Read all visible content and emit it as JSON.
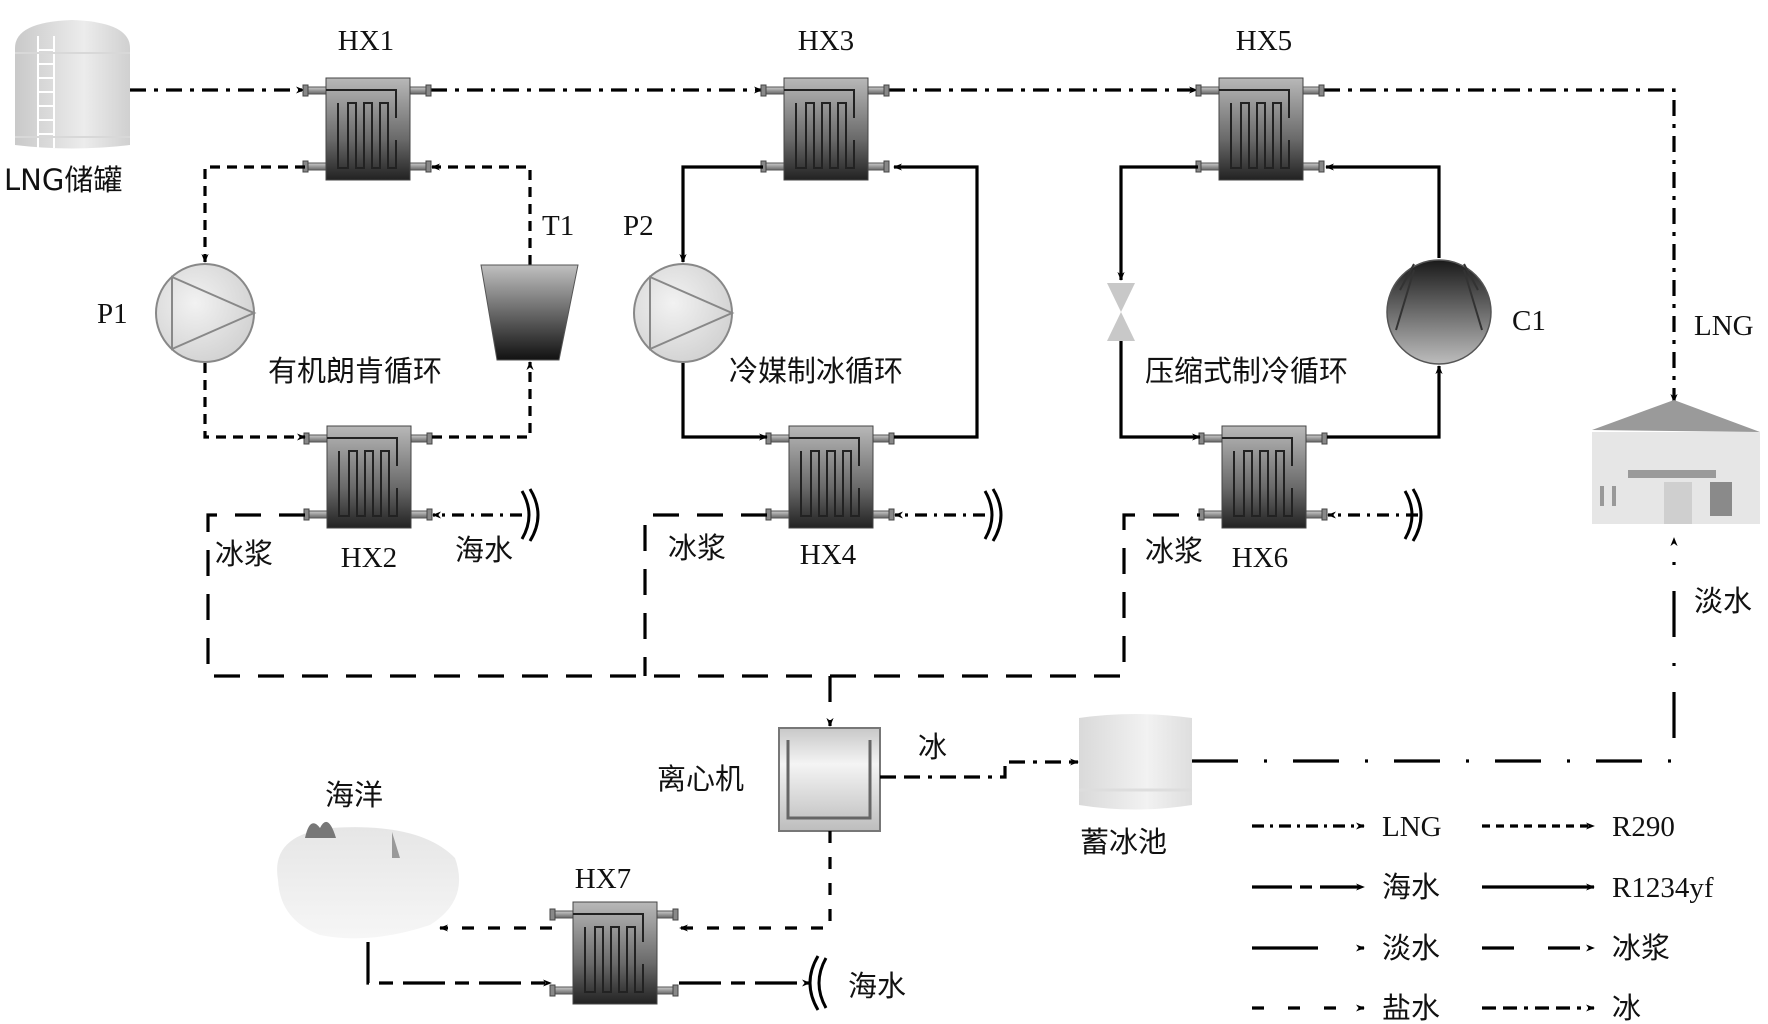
{
  "figure": {
    "title": "LNG冷能利用海水淡化系统流程图",
    "components": {
      "lng_tank": "LNG储罐",
      "hx1": "HX1",
      "hx2": "HX2",
      "hx3": "HX3",
      "hx4": "HX4",
      "hx5": "HX5",
      "hx6": "HX6",
      "hx7": "HX7",
      "p1": "P1",
      "p2": "P2",
      "t1": "T1",
      "c1": "C1",
      "centrifuge": "离心机",
      "ice_storage": "蓄冰池",
      "ocean": "海洋",
      "user_building_label": "LNG"
    },
    "cycles": {
      "orc": "有机朗肯循环",
      "refrigerant_ice": "冷媒制冰循环",
      "compression_refrig": "压缩式制冷循环"
    },
    "stream_labels": {
      "slurry_hx2": "冰浆",
      "slurry_hx4": "冰浆",
      "slurry_hx6": "冰浆",
      "seawater_hx2": "海水",
      "seawater_hx7": "海水",
      "ice": "冰",
      "fresh_water": "淡水"
    },
    "legend": [
      {
        "label": "LNG",
        "style": "dash-dot"
      },
      {
        "label": "R290",
        "style": "short-dash"
      },
      {
        "label": "海水",
        "style": "long-short"
      },
      {
        "label": "R1234yf",
        "style": "solid"
      },
      {
        "label": "淡水",
        "style": "solid-gap"
      },
      {
        "label": "冰浆",
        "style": "long-dash"
      },
      {
        "label": "盐水",
        "style": "sparse-dash"
      },
      {
        "label": "冰",
        "style": "dash-dash-dot"
      }
    ]
  }
}
